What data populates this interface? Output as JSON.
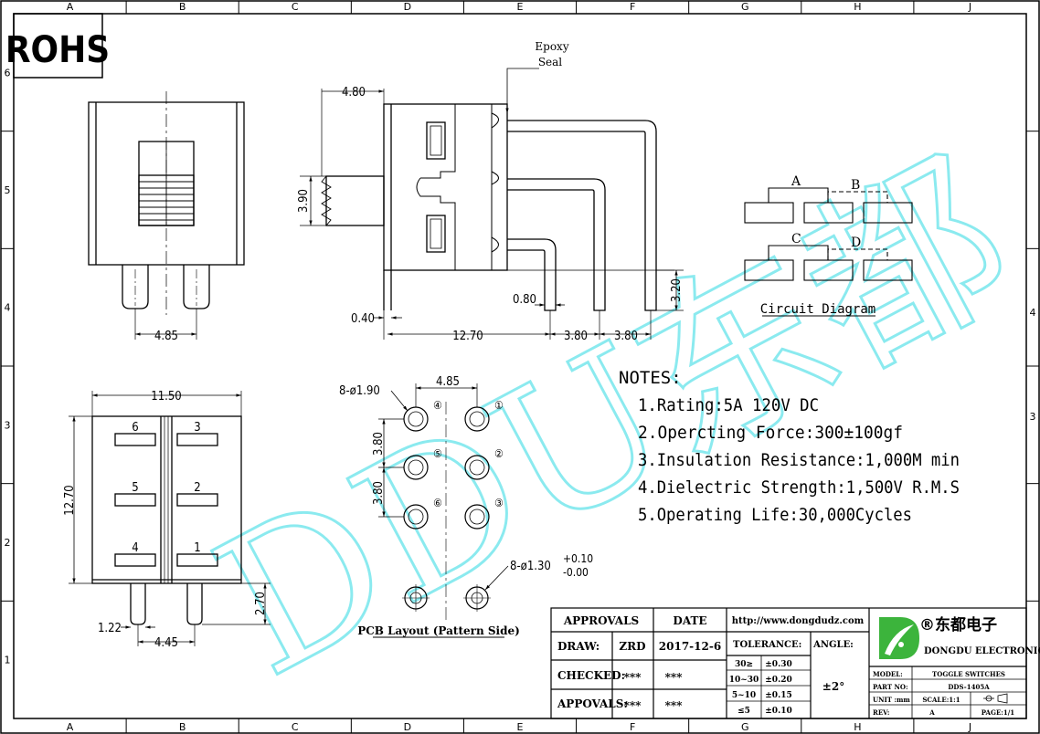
{
  "frame": {
    "columns": [
      "A",
      "B",
      "C",
      "D",
      "E",
      "F",
      "G",
      "H",
      "J"
    ],
    "rows": [
      "6",
      "5",
      "4",
      "3",
      "2",
      "1"
    ],
    "right_rows": [
      "4",
      "3"
    ]
  },
  "rohs": "ROHS",
  "epoxy_seal": [
    "Epoxy",
    "Seal"
  ],
  "dims": {
    "side_top": "4.80",
    "side_h": "3.90",
    "side_pin_len": "3.20",
    "side_pin_w": "0.80",
    "side_base": "0.40",
    "side_len": "12.70",
    "side_pitch1": "3.80",
    "side_pitch2": "3.80",
    "front_pitch": "4.85",
    "top_w": "11.50",
    "top_h": "12.70",
    "top_pin": "2.70",
    "top_pin_w": "1.22",
    "top_pitch": "4.45",
    "pcb_hole": "8-ø1.90",
    "pcb_pitch": "4.85",
    "pcb_v1": "3.80",
    "pcb_v2": "3.80",
    "pcb_small_hole": "8-ø1.30",
    "pcb_tol_plus": "+0.10",
    "pcb_tol_minus": "-0.00"
  },
  "top_view_labels": [
    "6",
    "3",
    "5",
    "2",
    "4",
    "1"
  ],
  "pcb_labels": [
    "④",
    "①",
    "⑤",
    "②",
    "⑥",
    "③"
  ],
  "pcb_caption": "PCB Layout (Pattern Side)",
  "circuit": {
    "labels": [
      "A",
      "B",
      "C",
      "D"
    ],
    "caption": "Circuit Diagram"
  },
  "notes": {
    "title": "NOTES:",
    "items": [
      "1.Rating:5A 120V DC",
      "2.Opercting Force:300±100gf",
      "3.Insulation Resistance:1,000M min",
      "4.Dielectric Strength:1,500V R.M.S",
      "5.Operating Life:30,000Cycles"
    ]
  },
  "watermark": "DDU东都",
  "title_block": {
    "approvals": "APPROVALS",
    "date": "DATE",
    "draw": "DRAW:",
    "draw_by": "ZRD",
    "draw_date": "2017-12-6",
    "checked": "CHECKED:",
    "checked_by": "***",
    "checked_date": "***",
    "appovals": "APPOVALS:",
    "appovals_by": "***",
    "appovals_date": "***",
    "url": "http://www.dongdudz.com",
    "tolerance": "TOLERANCE:",
    "angle": "ANGLE:",
    "angle_val": "±2°",
    "tol_rows": [
      [
        "30≥",
        "±0.30"
      ],
      [
        "10~30",
        "±0.20"
      ],
      [
        "5~10",
        "±0.15"
      ],
      [
        "≤5",
        "±0.10"
      ]
    ],
    "company_cn": "®东都电子",
    "company_en": "DONGDU ELECTRONICS",
    "model_label": "MODEL:",
    "model": "TOGGLE SWITCHES",
    "part_label": "PART NO:",
    "part": "DDS-1405A",
    "unit_label": "UNIT :mm",
    "scale": "SCALE:1:1",
    "rev_label": "REV:",
    "rev": "A",
    "page": "PAGE:1/1"
  },
  "colors": {
    "watermark": "#7fe8ee",
    "logo_green": "#3cb43c",
    "line": "#000000"
  }
}
